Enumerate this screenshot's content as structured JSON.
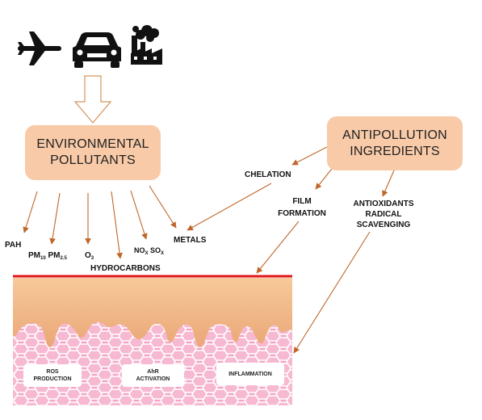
{
  "sources": [
    {
      "name": "airplane"
    },
    {
      "name": "car"
    },
    {
      "name": "factory"
    }
  ],
  "environmental_box": {
    "line1": "ENVIRONMENTAL",
    "line2": "POLLUTANTS"
  },
  "antipollution_box": {
    "line1": "ANTIPOLLUTION",
    "line2": "INGREDIENTS"
  },
  "pollutants": {
    "pah": "PAH",
    "pm10_main": "PM",
    "pm10_sub": "10",
    "pm25_main": "PM",
    "pm25_sub": "2.5",
    "o3_main": "O",
    "o3_sub": "3",
    "nox_main": "NO",
    "nox_sub": "X",
    "sox_main": "SO",
    "sox_sub": "X",
    "metals": "METALS",
    "hydrocarbons": "HYDROCARBONS"
  },
  "mechanisms": {
    "chelation": "CHELATION",
    "film_line1": "FILM",
    "film_line2": "FORMATION",
    "antiox_line1": "ANTIOXIDANTS",
    "antiox_line2": "RADICAL",
    "antiox_line3": "SCAVENGING"
  },
  "skin_effects": {
    "ros_line1": "ROS",
    "ros_line2": "PRODUCTION",
    "ahr_line1": "AhR",
    "ahr_line2": "ACTIVATION",
    "inflammation": "INFLAMMATION"
  },
  "colors": {
    "arrow": "#c0662a",
    "box_fill": "#f8caa8",
    "skin_top": "#f6c494",
    "skin_bottom": "#e8a979",
    "dermis": "#f4a3c3",
    "barrier_line": "#e0161b"
  }
}
